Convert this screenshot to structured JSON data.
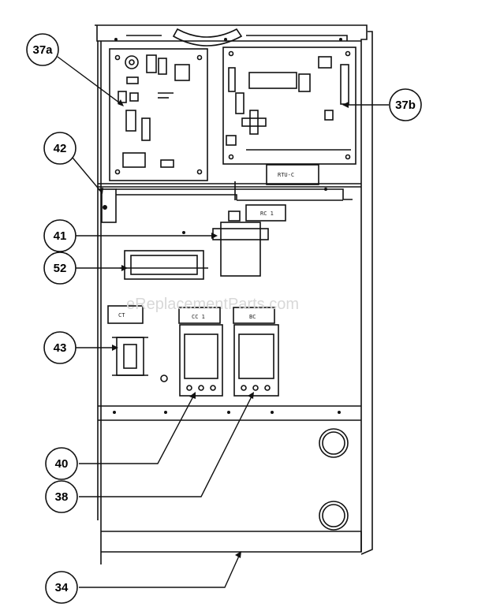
{
  "callouts": {
    "c37a": "37a",
    "c37b": "37b",
    "c42": "42",
    "c41": "41",
    "c52": "52",
    "c43": "43",
    "c40": "40",
    "c38": "38",
    "c34": "34"
  },
  "labels": {
    "rtu": "RTU-C",
    "rc1": "RC 1",
    "ct": "CT",
    "cc1": "CC 1",
    "bc": "BC"
  },
  "watermark": "eReplacementParts.com"
}
